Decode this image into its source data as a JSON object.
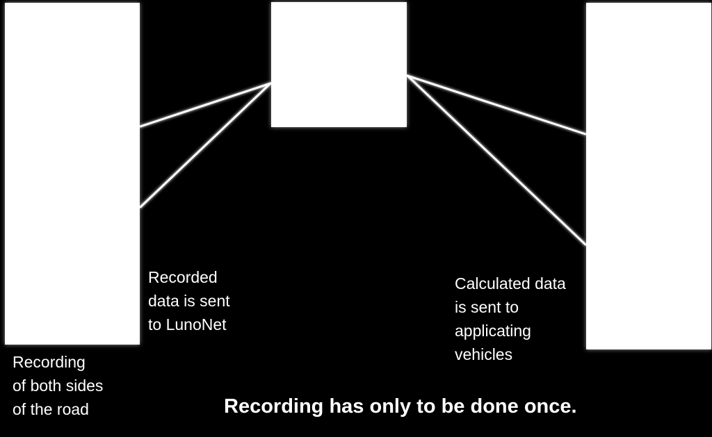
{
  "colors": {
    "background": "#000000",
    "panel": "#ffffff",
    "text": "#ffffff",
    "connector": "#ffffff"
  },
  "captions": {
    "recording": "Recording\nof both sides\nof the road",
    "sent_to_lunonet": "Recorded\ndata is sent\nto LunoNet",
    "calculated_sent": "Calculated data\nis sent to\napplicating\nvehicles"
  },
  "footer": {
    "note": "Recording has only to be done once."
  }
}
